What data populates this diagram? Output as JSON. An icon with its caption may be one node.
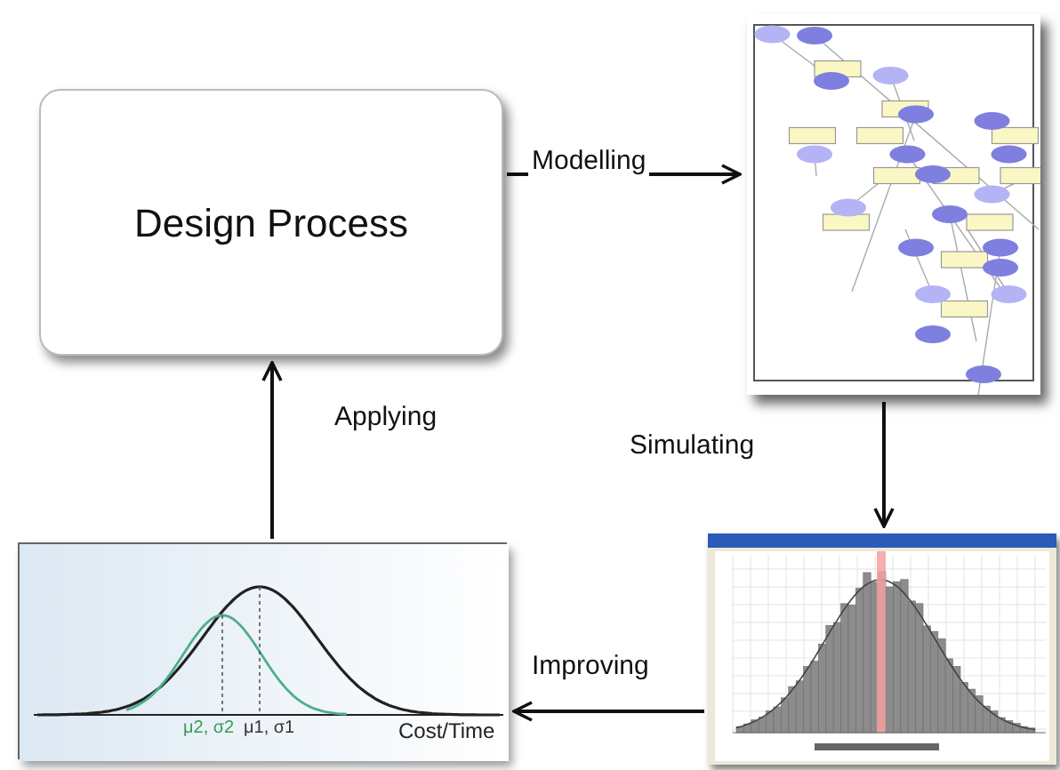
{
  "diagram": {
    "nodes": [
      {
        "text": [
          "Design Process"
        ]
      },
      {
        "text": [],
        "shape": "picture"
      },
      {
        "text": [],
        "shape": "picture"
      },
      {
        "text": [
          "μ2, σ2",
          "μ1, σ1",
          "Cost/Time"
        ]
      }
    ],
    "edges": [
      {
        "from": 0,
        "to": 1,
        "arrow": "to",
        "label": "Modelling"
      },
      {
        "from": 1,
        "to": 2,
        "arrow": "to",
        "label": "Simulating"
      },
      {
        "from": 2,
        "to": 3,
        "arrow": "to",
        "label": "Improving"
      },
      {
        "from": 3,
        "to": 0,
        "arrow": "to",
        "label": "Applying"
      }
    ]
  }
}
